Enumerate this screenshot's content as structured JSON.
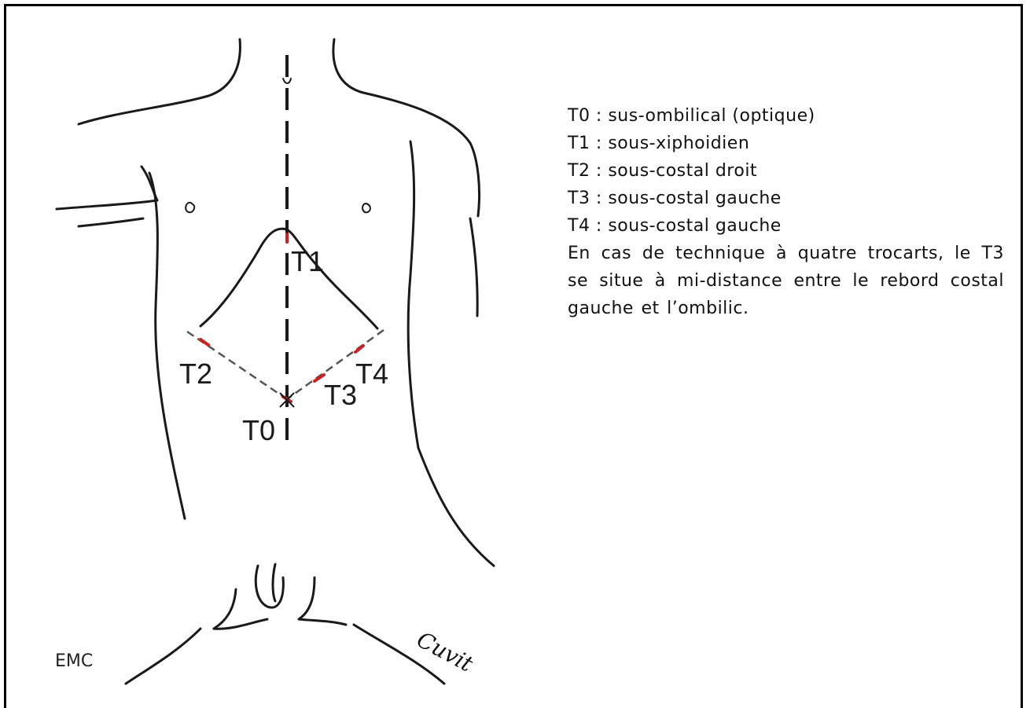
{
  "diagram": {
    "labels": {
      "t0": "T0",
      "t1": "T1",
      "t2": "T2",
      "t3": "T3",
      "t4": "T4"
    },
    "signature": "Cuvit",
    "emc": "EMC",
    "colors": {
      "outline": "#1a1a1a",
      "dashed_guides": "#555555",
      "port_marks": "#d11f1f",
      "frame": "#000000"
    }
  },
  "legend": {
    "t0": "T0 : sus-ombilical (optique)",
    "t1": "T1 : sous-xiphoidien",
    "t2": "T2 : sous-costal droit",
    "t3": "T3 : sous-costal gauche",
    "t4": "T4 : sous-costal gauche",
    "note": "En cas de technique à quatre trocarts, le T3 se situe à mi-distance entre le rebord costal gauche et l’ombilic."
  }
}
